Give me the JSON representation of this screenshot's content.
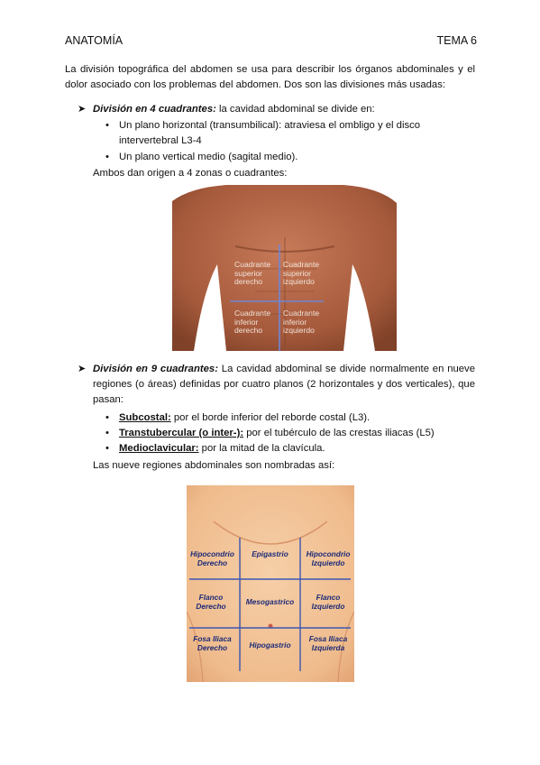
{
  "header": {
    "left": "ANATOMÍA",
    "right": "TEMA 6"
  },
  "intro": "La división topográfica del abdomen se usa para describir los órganos abdominales y el dolor asociado con los problemas del abdomen. Dos son las divisiones más usadas:",
  "section1": {
    "title": "División en 4 cuadrantes:",
    "rest": " la cavidad abdominal se divide en:",
    "bullets": [
      "Un plano horizontal (transumbilical): atraviesa el ombligo y el disco intervertebral L3-4",
      "Un plano vertical medio (sagital medio)."
    ],
    "after": "Ambos dan origen a 4 zonas o cuadrantes:",
    "figure_labels": {
      "q1": "Cuadrante superior derecho",
      "q2": "Cuadrante superior izquierdo",
      "q3": "Cuadrante inferior derecho",
      "q4": "Cuadrante inferior izquierdo"
    }
  },
  "section2": {
    "title": "División en 9 cuadrantes:",
    "rest": " La cavidad abdominal se divide normalmente en nueve regiones (o áreas) definidas por cuatro planos (2 horizontales y dos verticales), que pasan:",
    "bullets": [
      {
        "term": "Subcostal:",
        "text": " por el borde inferior del reborde costal (L3)."
      },
      {
        "term": "Transtubercular (o inter-):",
        "text": " por el tubérculo de las crestas iliacas (L5)"
      },
      {
        "term": "Medioclavicular:",
        "text": " por la mitad de la clavícula."
      }
    ],
    "after": "Las nueve regiones abdominales son nombradas así:",
    "regions": {
      "r1": "Hipocondrio Derecho",
      "r2": "Epigastrio",
      "r3": "Hipocondrio Izquierdo",
      "r4": "Flanco Derecho",
      "r5": "Mesogastrico",
      "r6": "Flanco Izquierdo",
      "r7": "Fosa Iliaca Derecho",
      "r8": "Hipogastrio",
      "r9": "Fosa Iliaca Izquierda"
    }
  },
  "colors": {
    "skin1": "#b8694a",
    "skin2": "#f3c49a",
    "lines1": "#6e86d6",
    "lines2": "#3a57b4"
  }
}
